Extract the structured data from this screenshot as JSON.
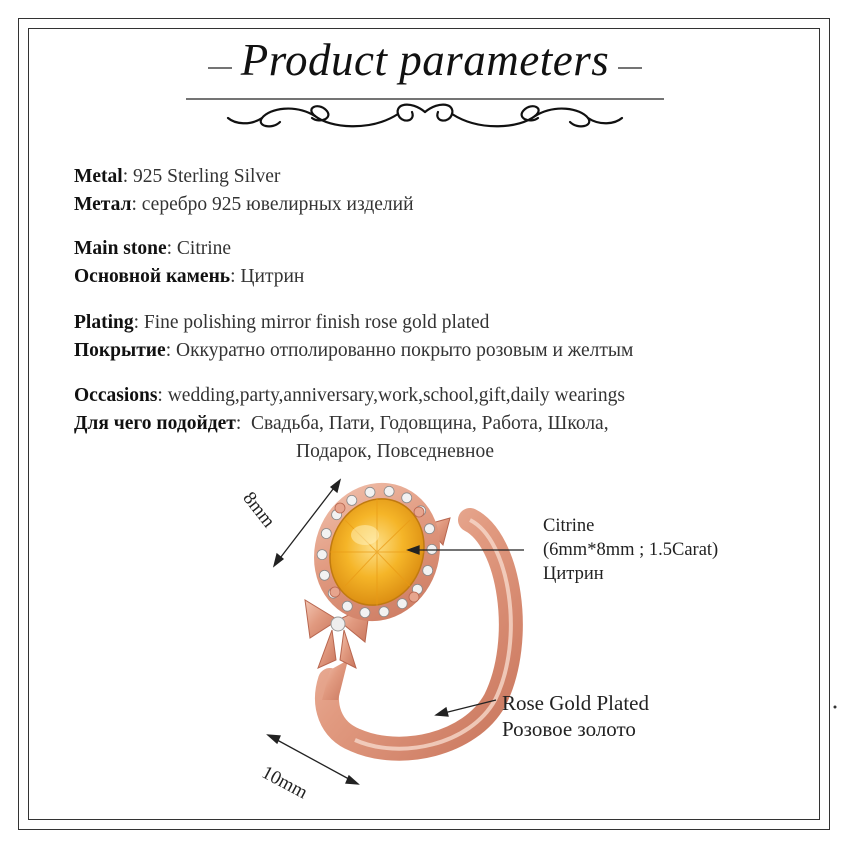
{
  "title": "Product parameters",
  "params": [
    {
      "label_en": "Metal",
      "sep_en": ": ",
      "value_en": "925 Sterling Silver",
      "label_ru": "Метал",
      "sep_ru": ": ",
      "value_ru": "серебро 925 ювелирных изделий"
    },
    {
      "label_en": "Main stone",
      "sep_en": ": ",
      "value_en": "Citrine",
      "label_ru": "Основной камень",
      "sep_ru": ": ",
      "value_ru": "Цитрин"
    },
    {
      "label_en": "Plating",
      "sep_en": ": ",
      "value_en": "Fine polishing mirror finish rose gold plated",
      "label_ru": "Покрытие",
      "sep_ru": ": ",
      "value_ru": "Оккуратно отполированно  покрыто розовым и желтым"
    },
    {
      "label_en": "Occasions",
      "sep_en": ": ",
      "value_en": "wedding,party,anniversary,work,school,gift,daily wearings",
      "label_ru": "Для чего подойдет",
      "sep_ru": ":  ",
      "value_ru": "Свадьба, Пати, Годовщина, Работа, Школа,",
      "value_ru_2": "Подарок, Повседневное"
    }
  ],
  "annotations": {
    "stone_en": "Citrine",
    "stone_size": "(6mm*8mm ; 1.5Carat)",
    "stone_ru": "Цитрин",
    "plating_en": "Rose Gold Plated",
    "plating_ru": "Розовое золото",
    "dim_top": "8mm",
    "dim_bottom": "10mm"
  },
  "colors": {
    "citrine": "#f2b424",
    "rose_gold": "#e7a58e",
    "line": "#222222"
  }
}
